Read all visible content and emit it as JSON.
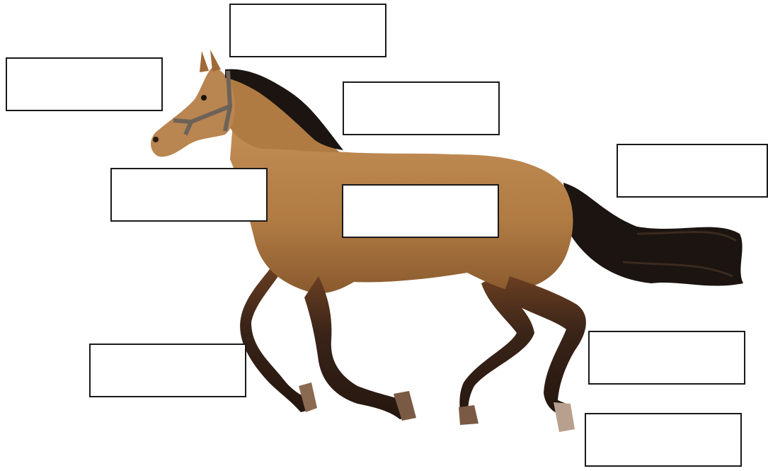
{
  "colors": {
    "coat": "#b5814a",
    "coat_shade": "#8e5d2f",
    "mane": "#1b1410",
    "legs": "#2e1c14",
    "hoof": "#6b4b3a",
    "halter": "#6d6258",
    "box_border": "#1a1a1a"
  },
  "icons": [
    "horse-illustration"
  ],
  "labels": [
    {
      "id": "box-1",
      "text": ""
    },
    {
      "id": "box-2",
      "text": ""
    },
    {
      "id": "box-3",
      "text": ""
    },
    {
      "id": "box-4",
      "text": ""
    },
    {
      "id": "box-5",
      "text": ""
    },
    {
      "id": "box-6",
      "text": ""
    },
    {
      "id": "box-7",
      "text": ""
    },
    {
      "id": "box-8",
      "text": ""
    },
    {
      "id": "box-9",
      "text": ""
    }
  ]
}
